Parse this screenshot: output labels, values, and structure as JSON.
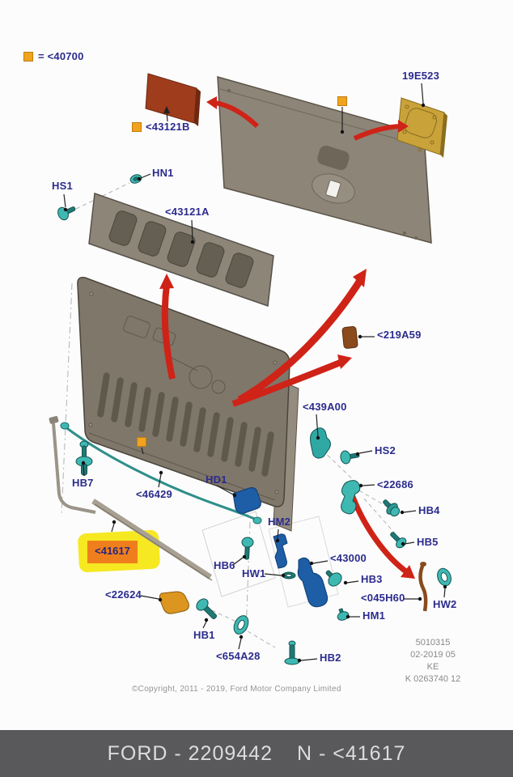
{
  "palette": {
    "label_navy": "#2b2b8e",
    "teal_fastener": "#3fb8b2",
    "blue_hardware": "#1d5ea6",
    "red_arrow": "#cf2318",
    "marker_yellow": "#f0a31e",
    "highlight_yellow": "#f6e821",
    "highlight_orange": "#ef7f1c",
    "panel_gray": "#7f776a",
    "panel_red_brown": "#9e3c1c",
    "plate_gold": "#c9a23a",
    "footer_gray": "#59595b"
  },
  "legend": {
    "label": "= <40700"
  },
  "callouts": [
    {
      "id": "43121B",
      "label": "<43121B"
    },
    {
      "id": "19E523",
      "label": "19E523"
    },
    {
      "id": "HS1",
      "label": "HS1"
    },
    {
      "id": "HN1",
      "label": "HN1"
    },
    {
      "id": "43121A",
      "label": "<43121A"
    },
    {
      "id": "219A59",
      "label": "<219A59"
    },
    {
      "id": "439A00",
      "label": "<439A00"
    },
    {
      "id": "HS2",
      "label": "HS2"
    },
    {
      "id": "22686",
      "label": "<22686"
    },
    {
      "id": "HB4",
      "label": "HB4"
    },
    {
      "id": "HB5",
      "label": "HB5"
    },
    {
      "id": "HB7",
      "label": "HB7"
    },
    {
      "id": "46429",
      "label": "<46429"
    },
    {
      "id": "HD1",
      "label": "HD1"
    },
    {
      "id": "HM2",
      "label": "HM2"
    },
    {
      "id": "HB6",
      "label": "HB6"
    },
    {
      "id": "HW1",
      "label": "HW1"
    },
    {
      "id": "43000",
      "label": "<43000"
    },
    {
      "id": "HB3",
      "label": "HB3"
    },
    {
      "id": "045H60",
      "label": "<045H60"
    },
    {
      "id": "HW2",
      "label": "HW2"
    },
    {
      "id": "HM1",
      "label": "HM1"
    },
    {
      "id": "22624",
      "label": "<22624"
    },
    {
      "id": "HB1",
      "label": "HB1"
    },
    {
      "id": "654A28",
      "label": "<654A28"
    },
    {
      "id": "HB2",
      "label": "HB2"
    }
  ],
  "highlight": {
    "label": "<41617"
  },
  "stamp": {
    "lines": [
      "5010315",
      "02-2019 05",
      "KE",
      "K 0263740 12"
    ]
  },
  "copyright": "©Copyright, 2011 - 2019,  Ford Motor Company Limited",
  "footer": {
    "catalog": "FORD - 2209442",
    "part": "N - <41617"
  }
}
